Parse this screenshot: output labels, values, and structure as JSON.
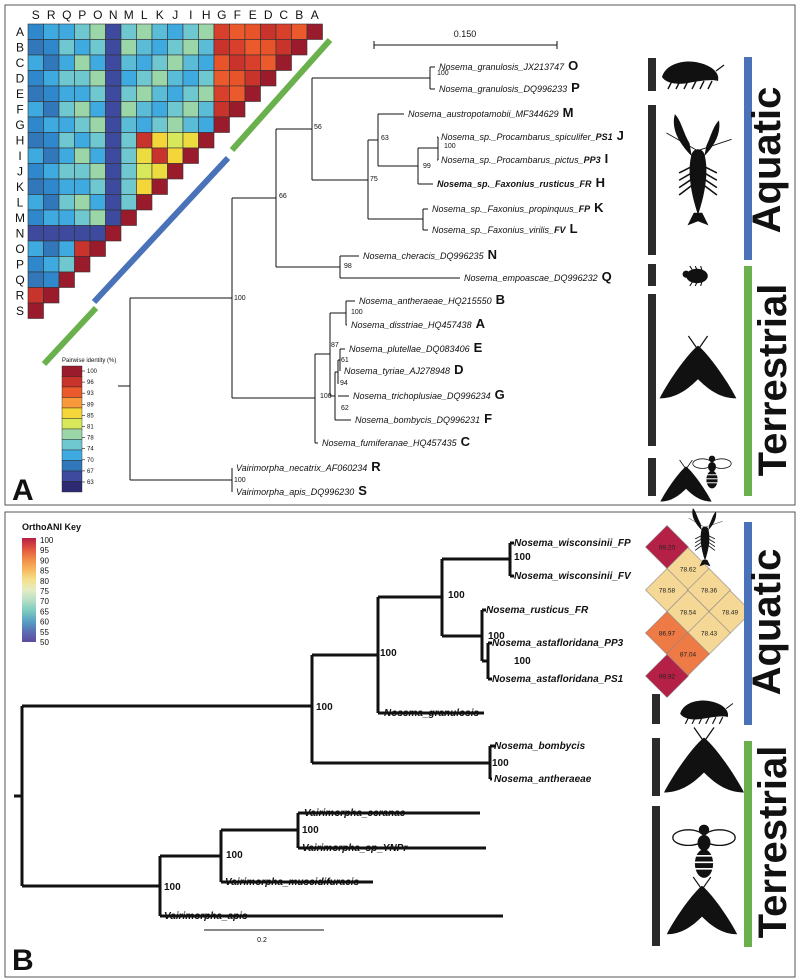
{
  "colors": {
    "aquatic": "#4a72b8",
    "terrestrial": "#6ab04c",
    "habitat_bar": "#2b2b2b",
    "tree": "#111111",
    "panel_border": "#555555"
  },
  "panel_a": {
    "letter": "A",
    "scale_value": "0.150",
    "habitat_labels": [
      "Aquatic",
      "Terrestrial"
    ],
    "matrix": {
      "row_labels": [
        "A",
        "B",
        "C",
        "D",
        "E",
        "F",
        "G",
        "H",
        "I",
        "J",
        "K",
        "L",
        "M",
        "N",
        "O",
        "P",
        "Q",
        "R",
        "S"
      ],
      "col_labels": [
        "S",
        "R",
        "Q",
        "P",
        "O",
        "N",
        "M",
        "L",
        "K",
        "J",
        "I",
        "H",
        "G",
        "F",
        "E",
        "D",
        "C",
        "B",
        "A"
      ]
    },
    "legend": {
      "title": "Pairwise identity (%)",
      "ticks": [
        "100",
        "96",
        "93",
        "89",
        "85",
        "81",
        "78",
        "74",
        "70",
        "67",
        "63"
      ],
      "colors": [
        "#9a1b2c",
        "#c8332c",
        "#ea5a2c",
        "#f89a3a",
        "#f4d53a",
        "#d7e85a",
        "#9bd6a8",
        "#6fc7cf",
        "#3eaadf",
        "#3277b9",
        "#3d4a9e",
        "#2e2a72"
      ]
    },
    "taxa": [
      {
        "name": "Nosema_granulosis_JX213747",
        "code": "O"
      },
      {
        "name": "Nosema_granulosis_DQ996233",
        "code": "P"
      },
      {
        "name": "Nosema_austropotamobii_MF344629",
        "code": "M"
      },
      {
        "name": "Nosema_sp._Procambarus_spiculifer_",
        "suffix": "PS1",
        "code": "J"
      },
      {
        "name": "Nosema_sp._Procambarus_pictus_",
        "suffix": "PP3",
        "code": "I"
      },
      {
        "name": "Nosema_sp._Faxonius_rusticus_FR",
        "code": "H"
      },
      {
        "name": "Nosema_sp._Faxonius_propinquus_",
        "suffix": "FP",
        "code": "K"
      },
      {
        "name": "Nosema_sp._Faxonius_virilis_",
        "suffix": "FV",
        "code": "L"
      },
      {
        "name": "Nosema_cheracis_DQ996235",
        "code": "N"
      },
      {
        "name": "Nosema_empoascae_DQ996232",
        "code": "Q"
      },
      {
        "name": "Nosema_antheraeae_HQ215550",
        "code": "B"
      },
      {
        "name": "Nosema_disstriae_HQ457438",
        "code": "A"
      },
      {
        "name": "Nosema_plutellae_DQ083406",
        "code": "E"
      },
      {
        "name": "Nosema_tyriae_AJ278948",
        "code": "D"
      },
      {
        "name": "Nosema_trichoplusiae_DQ996234",
        "code": "G"
      },
      {
        "name": "Nosema_bombycis_DQ996231",
        "code": "F"
      },
      {
        "name": "Nosema_fumiferanae_HQ457435",
        "code": "C"
      },
      {
        "name": "Vairimorpha_necatrix_AF060234",
        "code": "R"
      },
      {
        "name": "Vairimorpha_apis_DQ996230",
        "code": "S"
      }
    ],
    "support": [
      "100",
      "56",
      "63",
      "100",
      "99",
      "75",
      "100",
      "66",
      "98",
      "100",
      "100",
      "87",
      "61",
      "94",
      "62",
      "100",
      "100"
    ]
  },
  "panel_b": {
    "letter": "B",
    "scale_value": "0.2",
    "key_title": "OrthoANI Key",
    "key_ticks": [
      "100",
      "95",
      "90",
      "85",
      "80",
      "75",
      "70",
      "65",
      "60",
      "55",
      "50"
    ],
    "key_colors": [
      "#b52046",
      "#e0523f",
      "#f08a48",
      "#f7b65e",
      "#f6e08a",
      "#e4ecc4",
      "#b7dfc6",
      "#7ccbbf",
      "#5aa0c5",
      "#5a6fb4",
      "#5c4b9e"
    ],
    "habitat_labels": [
      "Aquatic",
      "Terrestrial"
    ],
    "taxa": [
      "Nosema_wisconsinii_FP",
      "Nosema_wisconsinii_FV",
      "Nosema_rusticus_FR",
      "Nosema_astafloridana_PP3",
      "Nosema_astafloridana_PS1",
      "Nosema_granulosis",
      "Nosema_bombycis",
      "Nosema_antheraeae",
      "Vairimorpha_ceranae",
      "Vairimorpha_sp_YNPr",
      "Vairimorpha_muscidifuracis",
      "Vairimorpha_apis"
    ],
    "support": [
      "100",
      "100",
      "100",
      "100",
      "100",
      "100",
      "100",
      "100",
      "100",
      "100",
      "100"
    ],
    "ani": [
      "99.20",
      "78.62",
      "78.58",
      "78.36",
      "78.54",
      "78.49",
      "86.97",
      "78.43",
      "87.04",
      "99.92"
    ]
  }
}
